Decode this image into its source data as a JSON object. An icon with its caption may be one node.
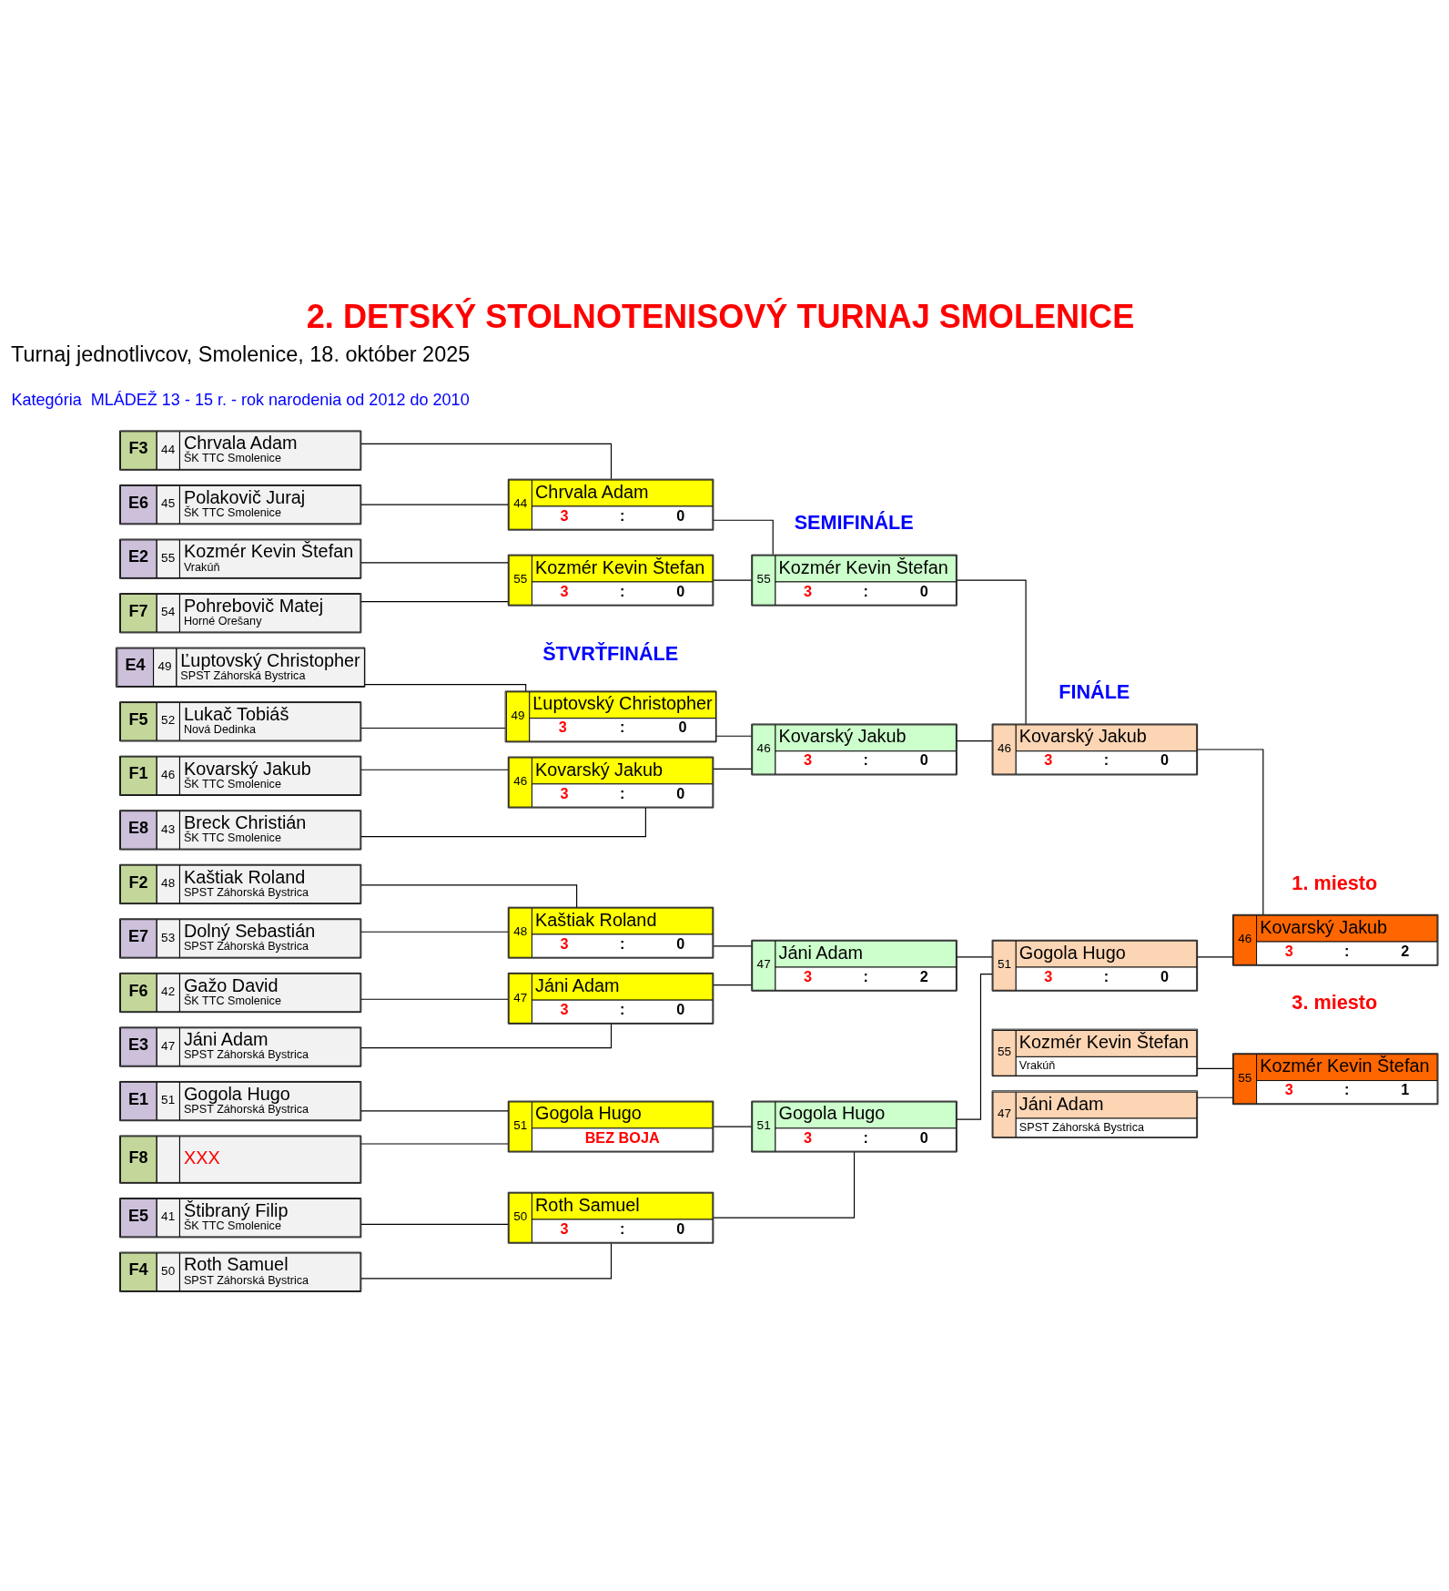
{
  "diagram": {
    "title": "2. DETSKÝ STOLNOTENISOVÝ TURNAJ SMOLENICE",
    "nodes": [
      {
        "text": [
          "E1",
          "51",
          "Gogola Hugo",
          "SPST Záhorská Bystrica"
        ]
      },
      {
        "text": [
          "F8",
          "XXX"
        ]
      },
      {
        "text": [
          "F4",
          "50",
          "Roth Samuel",
          "SPST Záhorská Bystrica"
        ]
      },
      {
        "text": [
          "E5",
          "41",
          "Štibraný Filip",
          "ŠK TTC Smolenice"
        ]
      },
      {
        "text": [
          "F2",
          "48",
          "Kaštiak Roland",
          "SPST Záhorská Bystrica"
        ]
      },
      {
        "text": [
          "E7",
          "53",
          "Dolný Sebastián",
          "SPST Záhorská Bystrica"
        ]
      },
      {
        "text": [
          "E3",
          "47",
          "Jáni Adam",
          "SPST Záhorská Bystrica"
        ]
      },
      {
        "text": [
          "F6",
          "42",
          "Gažo David",
          "ŠK TTC Smolenice"
        ]
      },
      {
        "text": [
          "F1",
          "46",
          "Kovarský Jakub",
          "ŠK TTC Smolenice"
        ]
      },
      {
        "text": [
          "E8",
          "43",
          "Breck Christián",
          "ŠK TTC Smolenice"
        ]
      },
      {
        "text": [
          "E4",
          "49",
          "Ľuptovský Christopher",
          "SPST Záhorská Bystrica"
        ]
      },
      {
        "text": [
          "F5",
          "52",
          "Lukač Tobiáš",
          "Nová Dedinka"
        ]
      },
      {
        "text": [
          "E2",
          "55",
          "Kozmér Kevin Štefan",
          "Vrakúň"
        ]
      },
      {
        "text": [
          "F7",
          "54",
          "Pohrebovič Matej",
          "Horné Orešany"
        ]
      },
      {
        "text": [
          "F3",
          "44",
          "Chrvala Adam",
          "ŠK TTC Smolenice"
        ]
      },
      {
        "text": [
          "E6",
          "45",
          "Polakovič Juraj",
          "ŠK TTC Smolenice"
        ]
      },
      {
        "text": [
          "51",
          "Gogola Hugo",
          "BEZ BOJA"
        ]
      },
      {
        "text": [
          "50",
          "Roth Samuel",
          "3",
          ":",
          "0"
        ]
      },
      {
        "text": [
          "48",
          "Kaštiak Roland",
          "3",
          ":",
          "0"
        ]
      },
      {
        "text": [
          "47",
          "Jáni Adam",
          "3",
          ":",
          "0"
        ]
      },
      {
        "text": [
          "46",
          "Kovarský Jakub",
          "3",
          ":",
          "0"
        ]
      },
      {
        "text": [
          "49",
          "Ľuptovský Christopher",
          "3",
          ":",
          "0"
        ]
      },
      {
        "text": [
          "55",
          "Kozmér Kevin Štefan",
          "3",
          ":",
          "0"
        ]
      },
      {
        "text": [
          "44",
          "Chrvala Adam",
          "3",
          ":",
          "0"
        ]
      },
      {
        "text": [
          "51",
          "Gogola Hugo",
          "3",
          ":",
          "0"
        ]
      },
      {
        "text": [
          "47",
          "Jáni Adam",
          "3",
          ":",
          "2"
        ]
      },
      {
        "text": [
          "46",
          "Kovarský Jakub",
          "3",
          ":",
          "0"
        ]
      },
      {
        "text": [
          "55",
          "Kozmér Kevin Štefan",
          "3",
          ":",
          "0"
        ]
      },
      {
        "text": [
          "51",
          "Gogola Hugo",
          "3",
          ":",
          "0"
        ]
      },
      {
        "text": [
          "46",
          "Kovarský Jakub",
          "3",
          ":",
          "0"
        ]
      },
      {
        "text": [
          "46",
          "Kovarský Jakub",
          "3",
          ":",
          "2"
        ],
        "beside": [
          "1. miesto"
        ]
      },
      {
        "text": [
          "47",
          "Jáni Adam",
          "SPST Záhorská Bystrica"
        ]
      },
      {
        "text": [
          "55",
          "Kozmér Kevin Štefan",
          "Vrakúň"
        ]
      },
      {
        "text": [
          "55",
          "Kozmér Kevin Štefan",
          "3",
          ":",
          "1"
        ],
        "beside": [
          "3. miesto"
        ]
      }
    ],
    "edges": [
      {
        "from": 0,
        "to": 16,
        "arrow": "none"
      },
      {
        "from": 1,
        "to": 16,
        "arrow": "none"
      },
      {
        "from": 2,
        "to": 17,
        "arrow": "none"
      },
      {
        "from": 3,
        "to": 17,
        "arrow": "none"
      },
      {
        "from": 4,
        "to": 18,
        "arrow": "none"
      },
      {
        "from": 5,
        "to": 18,
        "arrow": "none"
      },
      {
        "from": 6,
        "to": 19,
        "arrow": "none"
      },
      {
        "from": 7,
        "to": 19,
        "arrow": "none"
      },
      {
        "from": 8,
        "to": 20,
        "arrow": "none"
      },
      {
        "from": 9,
        "to": 20,
        "arrow": "none"
      },
      {
        "from": 10,
        "to": 21,
        "arrow": "none"
      },
      {
        "from": 11,
        "to": 21,
        "arrow": "none"
      },
      {
        "from": 12,
        "to": 22,
        "arrow": "none"
      },
      {
        "from": 13,
        "to": 22,
        "arrow": "none"
      },
      {
        "from": 14,
        "to": 23,
        "arrow": "none"
      },
      {
        "from": 15,
        "to": 23,
        "arrow": "none"
      },
      {
        "from": 16,
        "to": 24,
        "arrow": "none"
      },
      {
        "from": 17,
        "to": 24,
        "arrow": "none"
      },
      {
        "from": 18,
        "to": 25,
        "arrow": "none"
      },
      {
        "from": 19,
        "to": 25,
        "arrow": "none"
      },
      {
        "from": 20,
        "to": 26,
        "arrow": "none"
      },
      {
        "from": 21,
        "to": 26,
        "arrow": "none"
      },
      {
        "from": 22,
        "to": 27,
        "arrow": "none"
      },
      {
        "from": 23,
        "to": 27,
        "arrow": "none"
      },
      {
        "from": 24,
        "to": 28,
        "arrow": "none"
      },
      {
        "from": 25,
        "to": 28,
        "arrow": "none"
      },
      {
        "from": 26,
        "to": 29,
        "arrow": "none"
      },
      {
        "from": 27,
        "to": 29,
        "arrow": "none"
      },
      {
        "from": 28,
        "to": 30,
        "arrow": "none"
      },
      {
        "from": 29,
        "to": 30,
        "arrow": "none"
      },
      {
        "from": 31,
        "to": 33,
        "arrow": "none"
      },
      {
        "from": 32,
        "to": 33,
        "arrow": "none"
      }
    ],
    "labels": [
      "Turnaj jednotlivcov, Smolenice, 18. október 2025",
      "Kategória  MLÁDEŽ 13 - 15 r. - rok narodenia od 2012 do 2010",
      "ŠTVRŤFINÁLE",
      "SEMIFINÁLE",
      "FINÁLE"
    ]
  }
}
